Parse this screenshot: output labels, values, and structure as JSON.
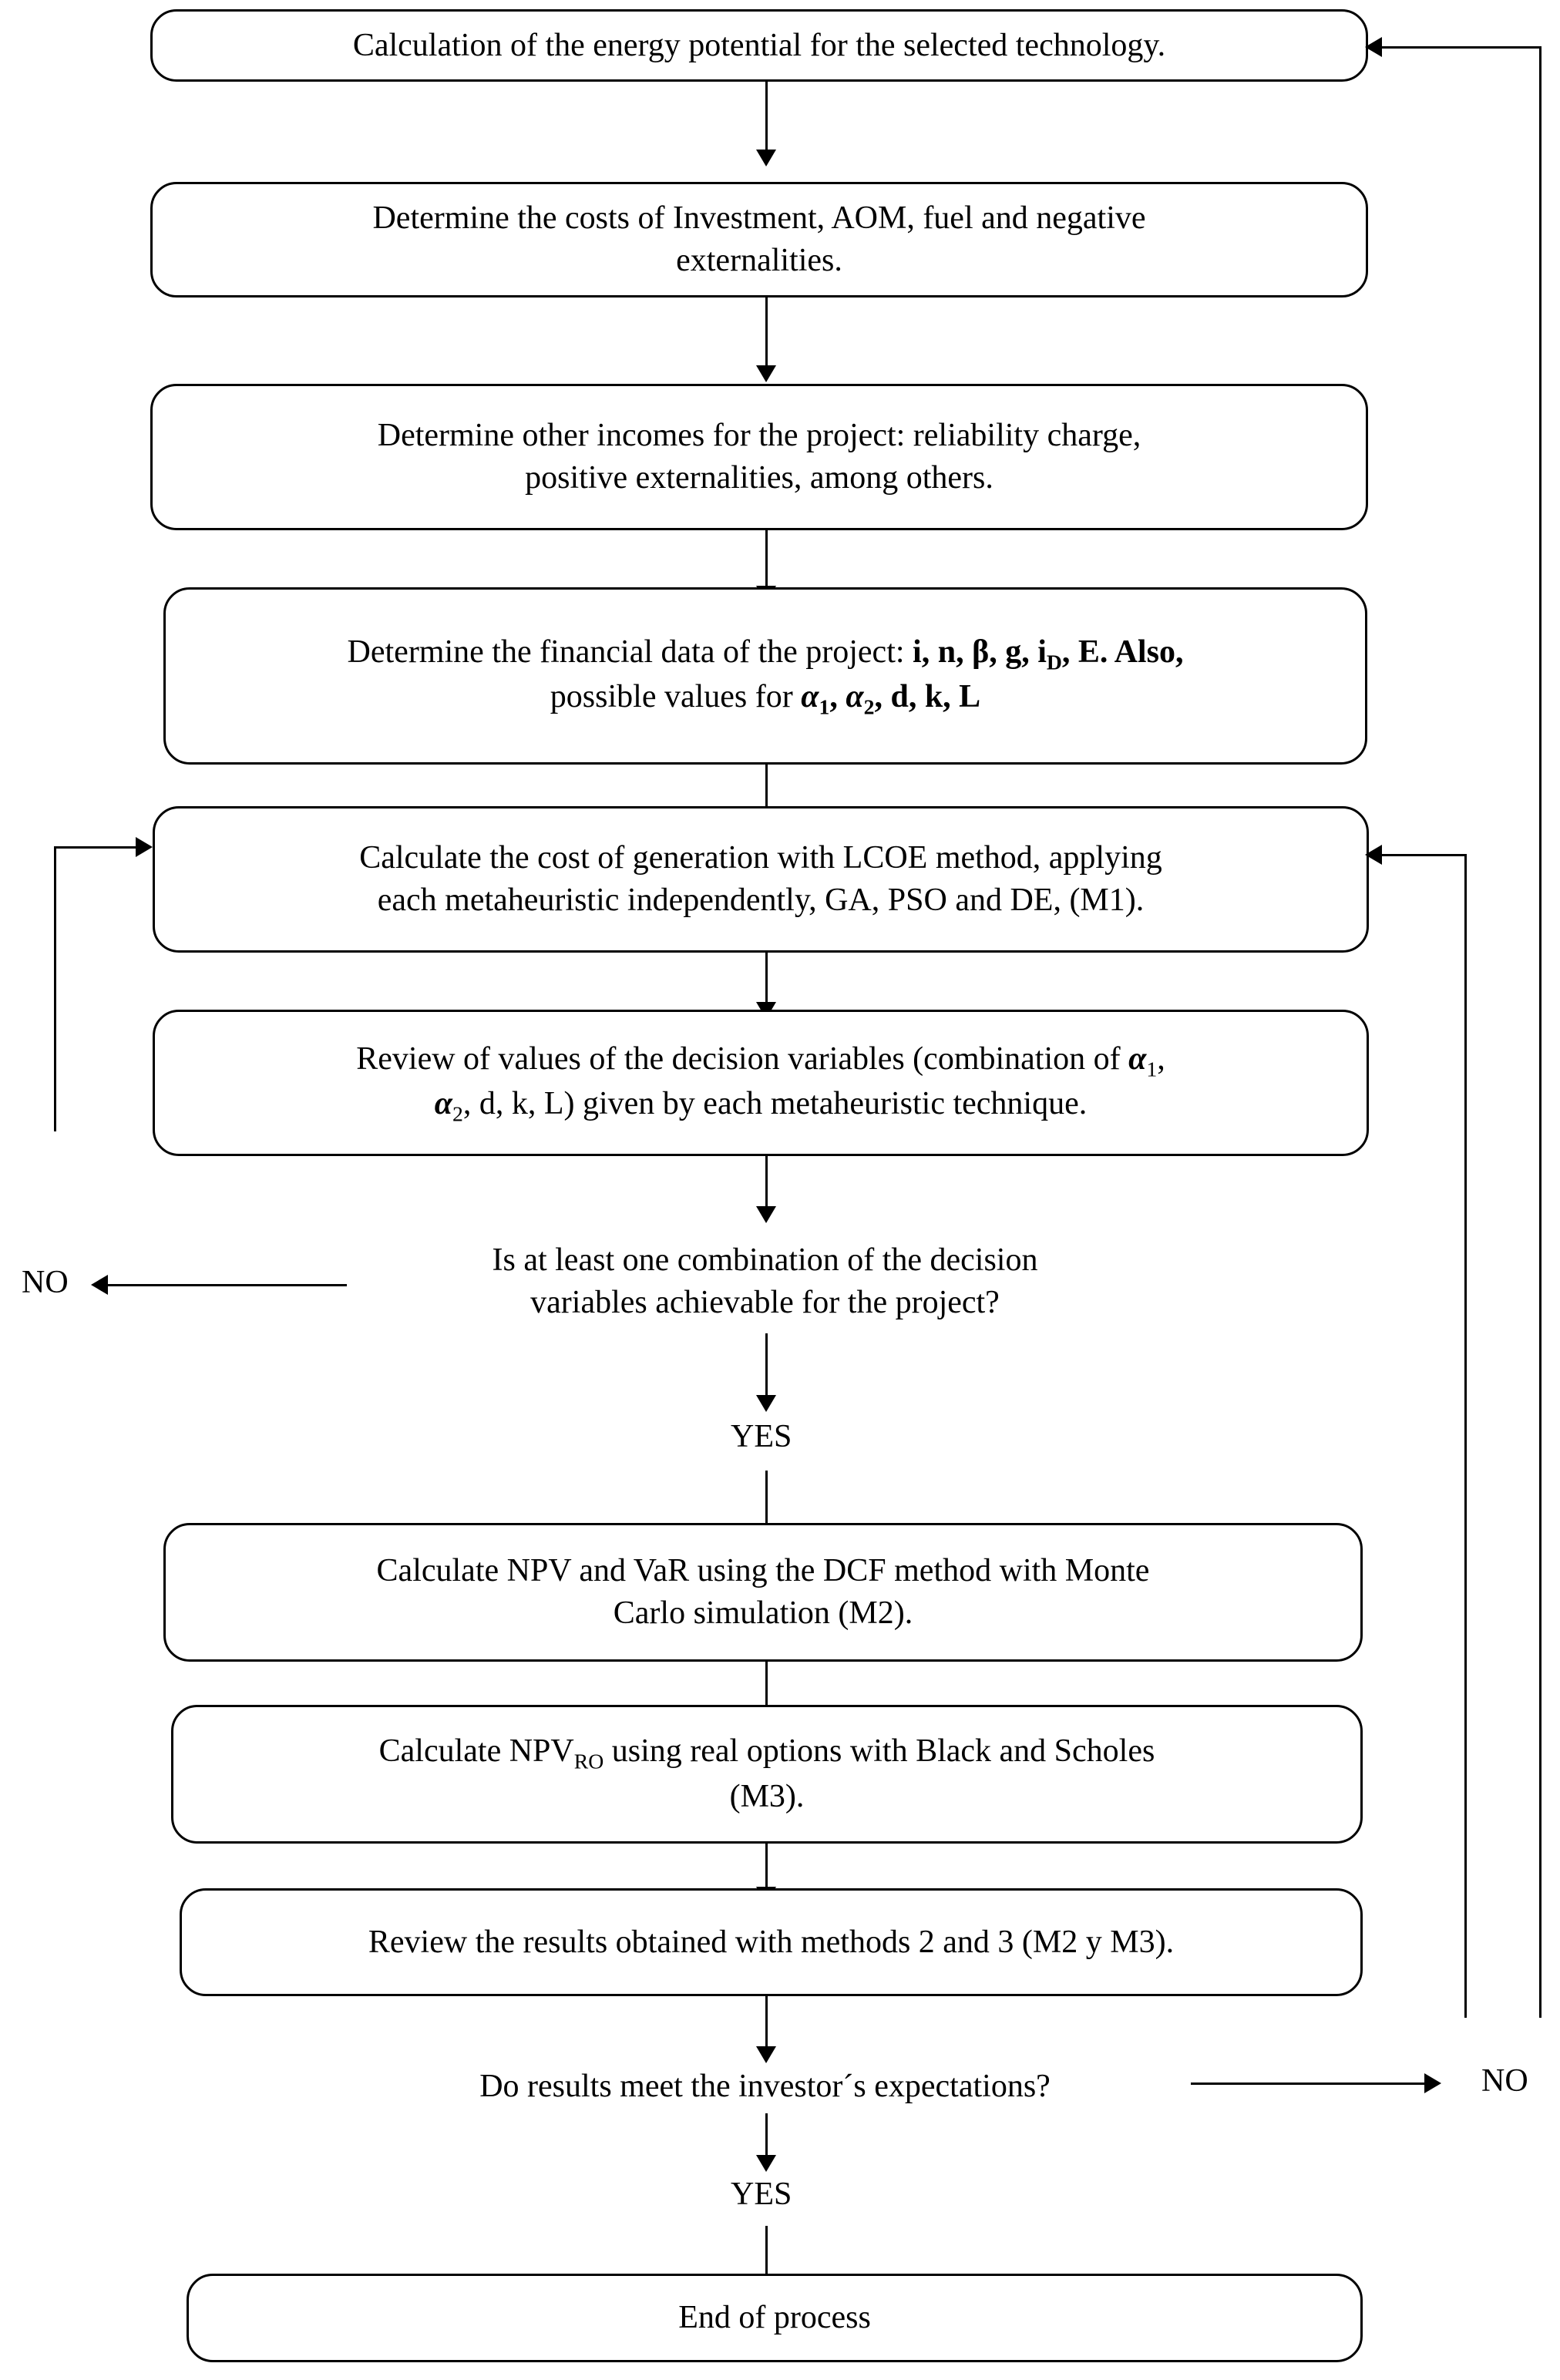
{
  "diagram": {
    "title": "Methodology flowchart for energy project evaluation",
    "type": "flowchart",
    "background_color": "#ffffff",
    "line_color": "#000000",
    "text_color": "#000000"
  },
  "nodes": [
    {
      "id": "n1",
      "kind": "process",
      "text": "Calculation of the energy potential for the selected technology."
    },
    {
      "id": "n2",
      "kind": "process",
      "line1": "Determine the costs of Investment, AOM, fuel and negative",
      "line2": "externalities."
    },
    {
      "id": "n3",
      "kind": "process",
      "line1": "Determine other incomes for the project: reliability charge,",
      "line2": "positive externalities, among others."
    },
    {
      "id": "n4",
      "kind": "process",
      "line1_pre": "Determine the financial data of the project: ",
      "line1_symbols": "i, n, β, g, i",
      "line1_sub": "D",
      "line1_post": ", E. Also,",
      "line2_pre": "possible values for ",
      "line2_a1": "α",
      "line2_a1sub": "1",
      "line2_mid": ", ",
      "line2_a2": "α",
      "line2_a2sub": "2",
      "line2_post": ", d, k, L"
    },
    {
      "id": "n5",
      "kind": "process",
      "line1": "Calculate the cost of generation with LCOE method, applying",
      "line2": "each metaheuristic independently, GA, PSO and DE, (M1)."
    },
    {
      "id": "n6",
      "kind": "process",
      "line1_pre": "Review of values of the decision variables (combination of  ",
      "line1_a1": "α",
      "line1_a1sub": "1",
      "line1_post": ",",
      "line2_a2": "α",
      "line2_a2sub": "2",
      "line2_post": ", d, k, L) given by each metaheuristic technique."
    },
    {
      "id": "d1",
      "kind": "decision",
      "line1": "Is at least one combination of the decision",
      "line2": "variables achievable for the project?"
    },
    {
      "id": "n7",
      "kind": "process",
      "line1": "Calculate NPV and VaR using the DCF method with Monte",
      "line2": "Carlo simulation (M2)."
    },
    {
      "id": "n8",
      "kind": "process",
      "line1_pre": "Calculate NPV",
      "line1_sub": "RO",
      "line1_post": " using real options with Black and Scholes",
      "line2": "(M3)."
    },
    {
      "id": "n9",
      "kind": "process",
      "text": "Review the results obtained with methods 2 and 3 (M2 y M3)."
    },
    {
      "id": "d2",
      "kind": "decision",
      "text": "Do results meet the investor´s expectations?"
    },
    {
      "id": "n10",
      "kind": "terminator",
      "text": "End of process"
    }
  ],
  "edge_labels": {
    "no_left": "NO",
    "yes_mid": "YES",
    "no_right": "NO",
    "yes_bottom": "YES"
  }
}
